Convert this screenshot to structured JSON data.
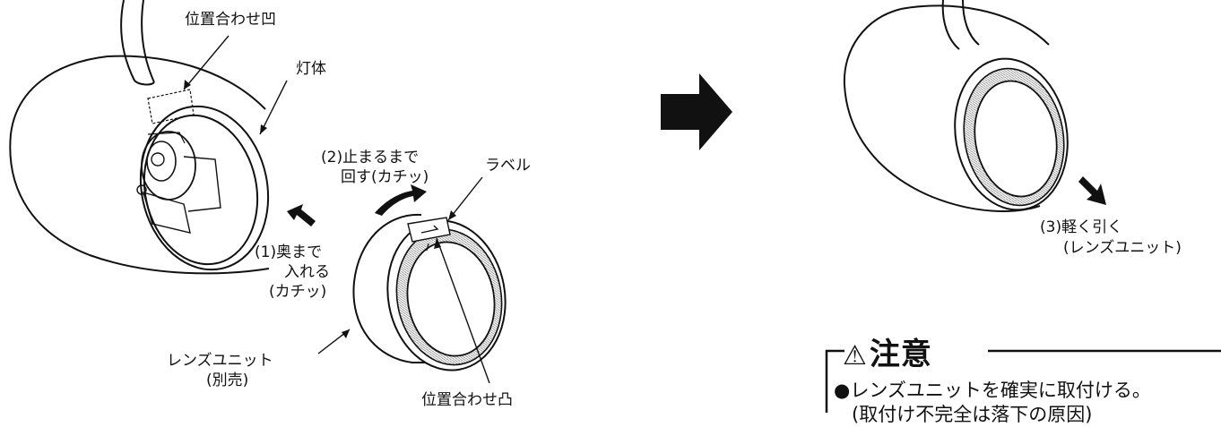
{
  "labels": {
    "recess": "位置合わせ凹",
    "body": "灯体",
    "turn_line1": "(2)止まるまで",
    "turn_line2": "回す(カチッ)",
    "label": "ラベル",
    "insert_line1": "(1)奥まで",
    "insert_line2": "入れる",
    "insert_line3": "(カチッ)",
    "lens_unit": "レンズユニット",
    "lens_unit_note": "(別売)",
    "protrusion": "位置合わせ凸",
    "pull_line1": "(3)軽く引く",
    "pull_line2": "(レンズユニット)"
  },
  "caution": {
    "icon": "⚠",
    "title": "注意",
    "line1": "●レンズユニットを確実に取付ける。",
    "line2": "(取付け不完全は落下の原因)"
  }
}
